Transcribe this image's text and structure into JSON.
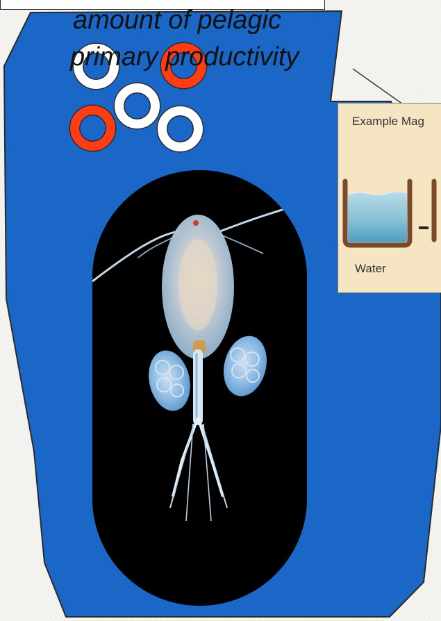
{
  "caption": {
    "line1": "amount of pelagic",
    "line2": "primary productivity"
  },
  "inset": {
    "title": "Example Mag",
    "label": "Water"
  },
  "colors": {
    "ocean_blue": "#1a67c7",
    "ring_red": "#ff3d12",
    "ring_white": "#ffffff",
    "outline": "#2a2a2a"
  },
  "rings": [
    {
      "color": "white"
    },
    {
      "color": "red"
    },
    {
      "color": "white"
    },
    {
      "color": "red"
    },
    {
      "color": "white"
    }
  ]
}
